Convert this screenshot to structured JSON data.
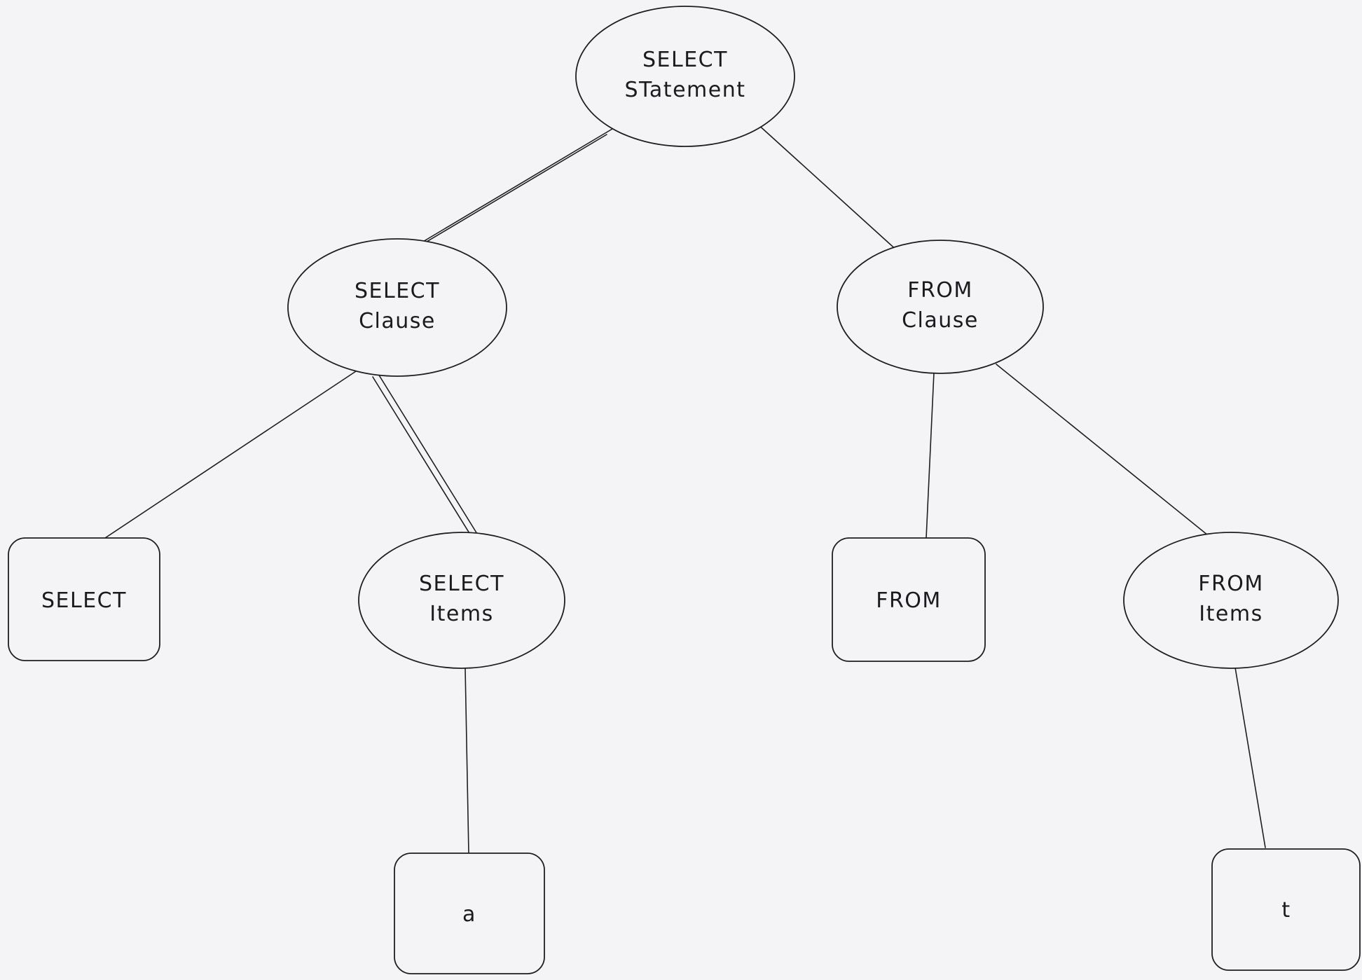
{
  "canvas": {
    "background": "#f4f4f6",
    "stroke_color": "#1e1e1e",
    "text_color": "#1b1b1f"
  },
  "diagram": {
    "type": "tree",
    "description_nodes": [
      "select-statement-root",
      "select-clause",
      "from-clause",
      "select-keyword",
      "select-items",
      "from-keyword",
      "from-items",
      "item-a",
      "item-t"
    ]
  },
  "nodes": {
    "select_statement": {
      "line1": "SELECT",
      "line2": "STatement"
    },
    "select_clause": {
      "line1": "SELECT",
      "line2": "Clause"
    },
    "from_clause": {
      "line1": "FROM",
      "line2": "Clause"
    },
    "select_keyword": {
      "label": "SELECT"
    },
    "select_items": {
      "line1": "SELECT",
      "line2": "Items"
    },
    "from_keyword": {
      "label": "FROM"
    },
    "from_items": {
      "line1": "FROM",
      "line2": "Items"
    },
    "select_item_a": {
      "label": "a"
    },
    "from_item_t": {
      "label": "t"
    }
  }
}
